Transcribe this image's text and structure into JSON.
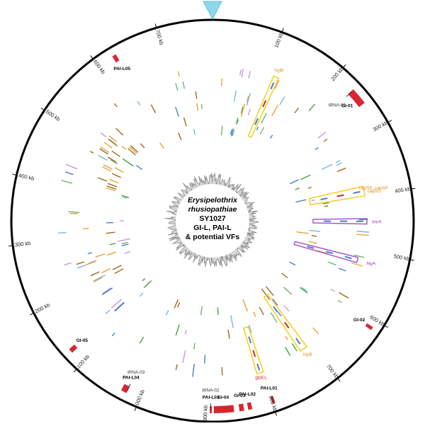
{
  "figure": {
    "title_lines": [
      {
        "text": "Erysipelothrix",
        "italic": true
      },
      {
        "text": "rhusiopathiae",
        "italic": true
      },
      {
        "text": "SY1027",
        "italic": false
      },
      {
        "text": "GI-L, PAI-L",
        "italic": false
      },
      {
        "text": "& potential VFs",
        "italic": false
      }
    ],
    "genome_kb": 1780,
    "ring_color": "#000000",
    "origin_marker_color": "#8ed8ee",
    "gc_color": "#8a8a8a"
  },
  "ticks": [
    {
      "kb": 100,
      "label": "100 kb"
    },
    {
      "kb": 200,
      "label": "200 kb"
    },
    {
      "kb": 300,
      "label": "300 kb"
    },
    {
      "kb": 400,
      "label": "400 kb"
    },
    {
      "kb": 500,
      "label": "500 kb"
    },
    {
      "kb": 600,
      "label": "600 kb"
    },
    {
      "kb": 700,
      "label": "700 kb"
    },
    {
      "kb": 800,
      "label": "800 kb"
    },
    {
      "kb": 900,
      "label": "900 kb"
    },
    {
      "kb": 1000,
      "label": "1000 kb"
    },
    {
      "kb": 1100,
      "label": "1100 kb"
    },
    {
      "kb": 1200,
      "label": "1200 kb"
    },
    {
      "kb": 1300,
      "label": "1300 kb"
    },
    {
      "kb": 1400,
      "label": "1400 kb"
    },
    {
      "kb": 1500,
      "label": "1500 kb"
    },
    {
      "kb": 1600,
      "label": "1600 kb"
    },
    {
      "kb": 1700,
      "label": "1700 kb"
    }
  ],
  "islands": [
    {
      "label": "GI-01",
      "start": 232,
      "end": 258,
      "color": "#d9262e"
    },
    {
      "label": "GI-02",
      "start": 611,
      "end": 616,
      "color": "#d9262e"
    },
    {
      "label": "PAI-L01",
      "start": 796,
      "end": 800,
      "color": "#d9262e"
    },
    {
      "label": "PAI-L02",
      "start": 831,
      "end": 837,
      "color": "#d9262e"
    },
    {
      "label": "GI-03",
      "start": 843,
      "end": 850,
      "color": "#d9262e"
    },
    {
      "label": "GI-04",
      "start": 858,
      "end": 888,
      "color": "#d9262e"
    },
    {
      "label": "PAI-L03",
      "start": 891,
      "end": 893,
      "color": "#d9262e"
    },
    {
      "label": "PAI-L04",
      "start": 1021,
      "end": 1030,
      "color": "#d9262e"
    },
    {
      "label": "GI-05",
      "start": 1121,
      "end": 1128,
      "color": "#d9262e"
    },
    {
      "label": "PAI-L05",
      "start": 1625,
      "end": 1631,
      "color": "#d9262e"
    }
  ],
  "trna": [
    {
      "label": "tRNA-01",
      "kb": 233
    },
    {
      "label": "tRNA-02",
      "kb": 893
    },
    {
      "label": "tRNA-03",
      "kb": 1022
    }
  ],
  "genes": [
    {
      "label": "hylB",
      "kb": 118,
      "color": "#e08e1a"
    },
    {
      "label": "capSE, capSF",
      "kb": 388,
      "color": "#e08e1a"
    },
    {
      "label": "cap5G",
      "kb": 394,
      "color": "#e08e1a"
    },
    {
      "label": "lmrA",
      "kb": 447,
      "color": "#9b30c8"
    },
    {
      "label": "hlyA",
      "kb": 520,
      "color": "#9b30c8"
    },
    {
      "label": "hlyB",
      "kb": 715,
      "color": "#e08e1a"
    },
    {
      "label": "glpEL",
      "kb": 805,
      "color": "#d9262e"
    }
  ],
  "legend_groups": [
    {
      "kind": "yellow",
      "start": 113,
      "end": 123,
      "r_in": 130,
      "r_out": 222
    },
    {
      "kind": "yellow",
      "start": 381,
      "end": 399,
      "r_in": 140,
      "r_out": 218
    },
    {
      "kind": "purple",
      "start": 441,
      "end": 451,
      "r_in": 142,
      "r_out": 218
    },
    {
      "kind": "purple",
      "start": 515,
      "end": 525,
      "r_in": 120,
      "r_out": 212
    },
    {
      "kind": "yellow",
      "start": 708,
      "end": 722,
      "r_in": 130,
      "r_out": 222
    },
    {
      "kind": "yellow",
      "start": 798,
      "end": 810,
      "r_in": 158,
      "r_out": 225
    }
  ]
}
